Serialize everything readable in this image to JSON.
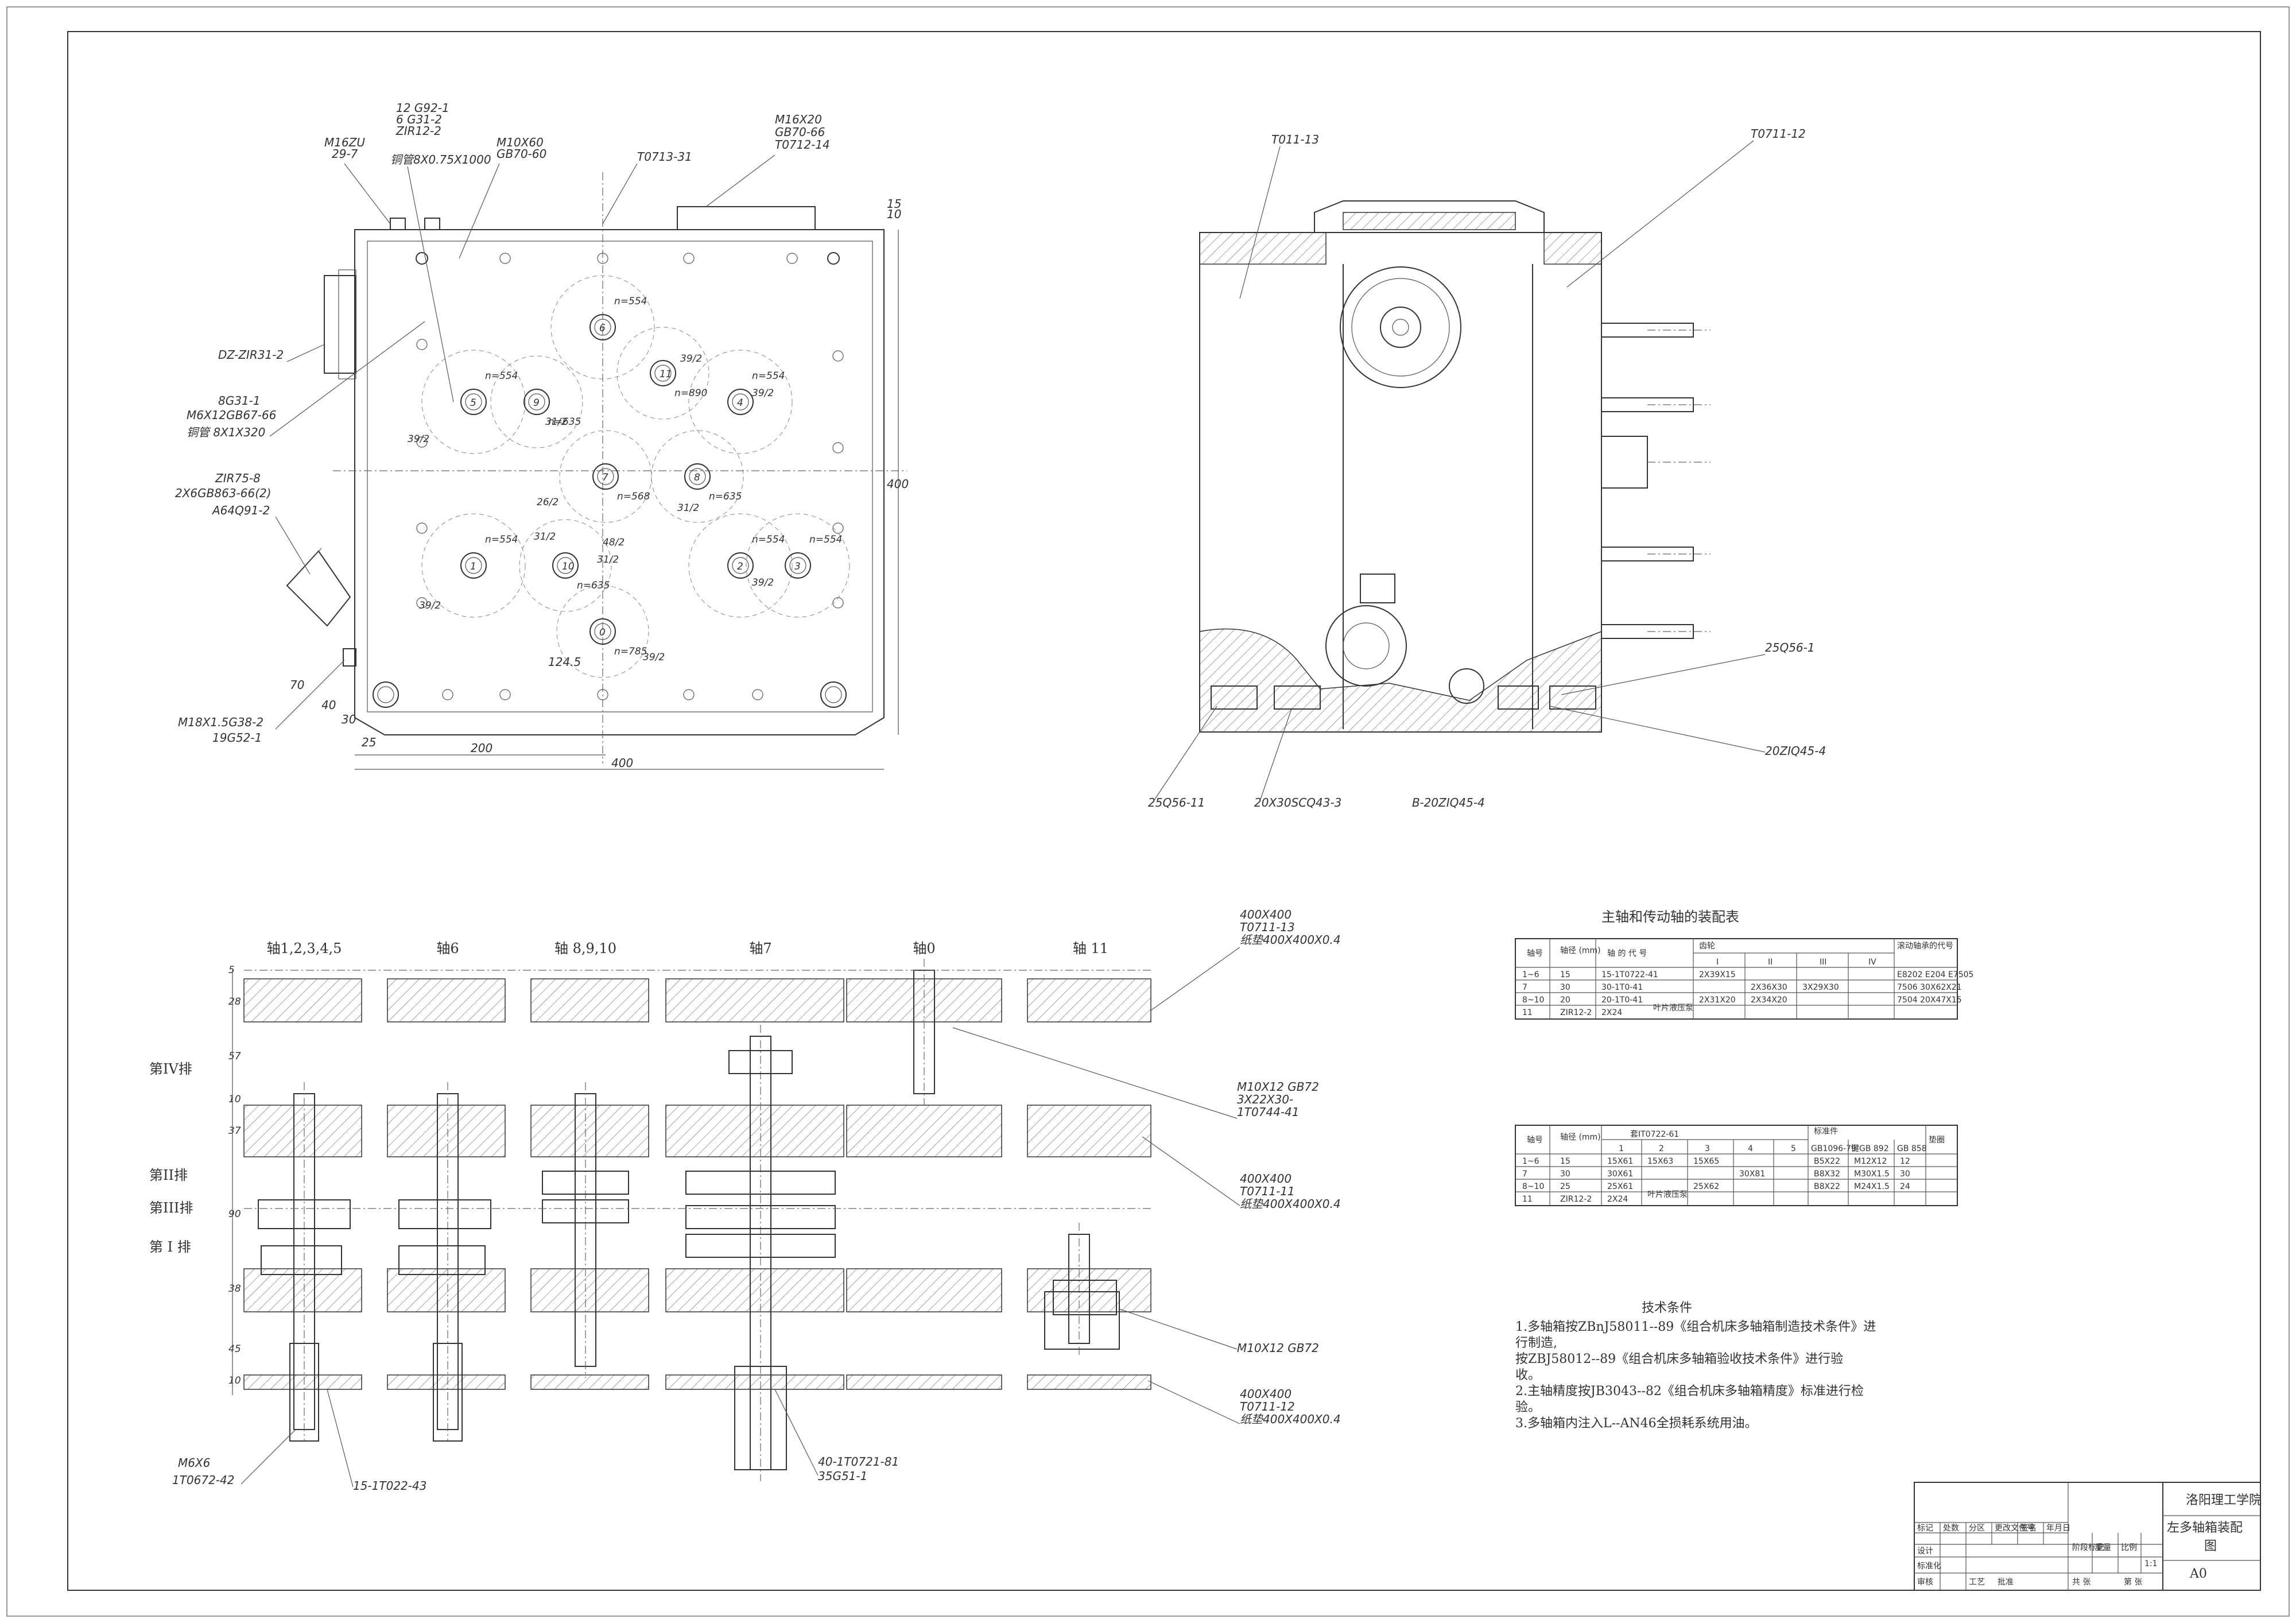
{
  "front_view": {
    "callouts_top": [
      "12 G92-1",
      "6 G31-2",
      "ZIR12-2",
      "铜管8X0.75X1000",
      "M10X60",
      "GB70-60",
      "T0713-31",
      "M16X20",
      "GB70-66",
      "T0712-14",
      "M16ZU",
      "29-7"
    ],
    "callouts_left": [
      "DZ-ZIR31-2",
      "8G31-1",
      "M6X12GB67-66",
      "铜管 8X1X320",
      "ZIR75-8",
      "2X6GB863-66(2)",
      "A64Q91-2",
      "M18X1.5G38-2",
      "19G52-1"
    ],
    "shafts": [
      {
        "num": "1",
        "speed": "n=554"
      },
      {
        "num": "2",
        "speed": "n=554"
      },
      {
        "num": "3",
        "speed": "n=554"
      },
      {
        "num": "4",
        "speed": "n=554"
      },
      {
        "num": "5",
        "speed": "n=554"
      },
      {
        "num": "6",
        "speed": "n=554"
      },
      {
        "num": "0",
        "speed": "n=785"
      },
      {
        "num": "7",
        "speed": "n=568"
      },
      {
        "num": "8",
        "speed": "n=635"
      },
      {
        "num": "9",
        "speed": "n=635"
      },
      {
        "num": "10",
        "speed": "n=635"
      },
      {
        "num": "11",
        "speed": "n=890"
      }
    ],
    "gear_labels": [
      "39/2",
      "39/2",
      "39/2",
      "39/2",
      "39/2",
      "39/2",
      "31/2",
      "31/2",
      "31/2",
      "31/2",
      "48/2",
      "26/2"
    ],
    "dims": [
      "200",
      "400",
      "400",
      "40",
      "70",
      "30",
      "25",
      "10",
      "15",
      "124.5"
    ]
  },
  "side_view": {
    "callouts": [
      "T011-13",
      "T0711-12",
      "25Q56-1",
      "20ZIQ45-4",
      "25Q56-11",
      "20X30SCQ43-3",
      "B-20ZIQ45-4"
    ]
  },
  "shaft_section": {
    "columns": [
      "轴1,2,3,4,5",
      "轴6",
      "轴 8,9,10",
      "轴7",
      "轴0",
      "轴 11"
    ],
    "rows": [
      "第IV排",
      "第II排",
      "第III排",
      "第 I 排"
    ],
    "row_dims": [
      "5",
      "28",
      "57",
      "10",
      "37",
      "90",
      "38",
      "45",
      "10"
    ],
    "callouts_right": [
      "400X400",
      "T0711-13",
      "纸垫400X400X0.4",
      "M10X12 GB72",
      "3X22X30-",
      "1T0744-41",
      "400X400",
      "T0711-11",
      "纸垫400X400X0.4",
      "M10X12 GB72",
      "400X400",
      "T0711-12",
      "纸垫400X400X0.4"
    ],
    "callouts_bottom": [
      "M6X6",
      "1T0672-42",
      "15-1T022-43",
      "40-1T0721-81",
      "35G51-1"
    ]
  },
  "table1": {
    "title": "主轴和传动轴的装配表",
    "header": [
      "轴号",
      "轴径 (mm)",
      "轴 的 代 号",
      "齿轮",
      "I",
      "II",
      "III",
      "IV",
      "滚动轴承的代号"
    ],
    "rows": [
      [
        "1~6",
        "15",
        "15-1T0722-41",
        "2X39X15",
        "",
        "",
        "",
        "E8202 E204 E7505"
      ],
      [
        "7",
        "30",
        "30-1T0-41",
        "",
        "2X36X30",
        "3X29X30",
        "",
        "7506  30X62X21"
      ],
      [
        "8~10",
        "20",
        "20-1T0-41",
        "2X31X20",
        "2X34X20",
        "",
        "",
        "7504  20X47X15"
      ],
      [
        "11",
        "ZIR12-2",
        "2X24",
        "",
        "",
        "",
        "",
        ""
      ]
    ],
    "note": "叶片液压泵"
  },
  "table2": {
    "header": [
      "轴号",
      "轴径 (mm)",
      "套IT0722-61",
      "1",
      "2",
      "3",
      "4",
      "5",
      "标准件",
      "GB1096-79",
      "键GB 892",
      "GB 858",
      "垫圈"
    ],
    "rows": [
      [
        "1~6",
        "15",
        "15X61",
        "15X63",
        "15X65",
        "",
        "",
        "B5X22",
        "M12X12",
        "12"
      ],
      [
        "7",
        "30",
        "30X61",
        "",
        "",
        "30X81",
        "",
        "B8X32",
        "M30X1.5",
        "30"
      ],
      [
        "8~10",
        "25",
        "25X61",
        "",
        "25X62",
        "",
        "",
        "B8X22",
        "M24X1.5",
        "24"
      ],
      [
        "11",
        "ZIR12-2",
        "2X24",
        "",
        "",
        "",
        "",
        "",
        "",
        ""
      ]
    ],
    "note": "叶片液压泵"
  },
  "tech": {
    "title": "技术条件",
    "lines": [
      "1.多轴箱按ZBnJ58011--89《组合机床多轴箱制造技术条件》进",
      "行制造,",
      "   按ZBJ58012--89《组合机床多轴箱验收技术条件》进行验",
      "收。",
      "2.主轴精度按JB3043--82《组合机床多轴箱精度》标准进行检",
      "验。",
      "3.多轴箱内注入L--AN46全损耗系统用油。"
    ]
  },
  "title_block": {
    "school": "洛阳理工学院",
    "drawing_title": "左多轴箱装配图",
    "size": "A0",
    "cells": [
      "标记",
      "处数",
      "分区",
      "更改文件号",
      "签名",
      "年月日",
      "设计",
      "标准化",
      "审核",
      "工艺",
      "批准",
      "阶段标记",
      "重量",
      "比例",
      "共 张",
      "第 张",
      "1:1"
    ]
  }
}
